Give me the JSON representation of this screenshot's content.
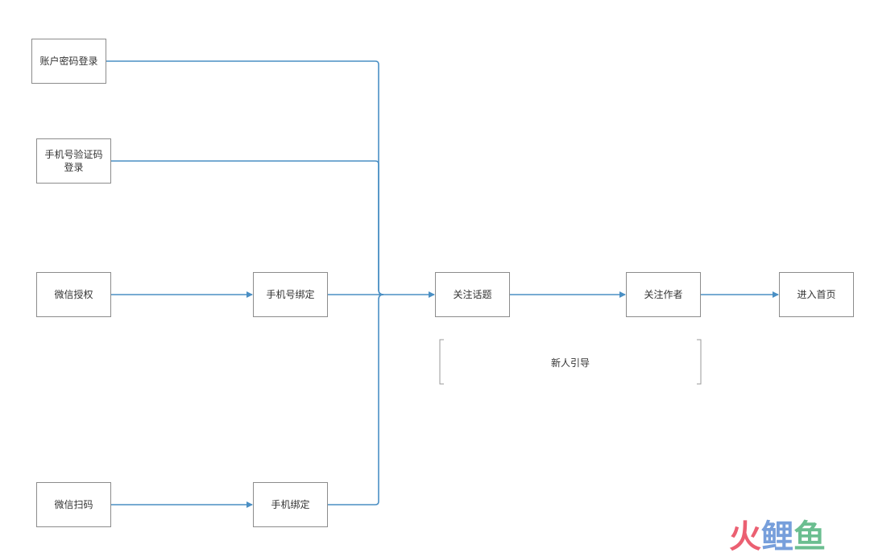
{
  "nodes": {
    "account_login": "账户密码登录",
    "phone_code_login": "手机号验证码登录",
    "wechat_auth": "微信授权",
    "wechat_scan": "微信扫码",
    "bind_phone_number": "手机号绑定",
    "bind_phone": "手机绑定",
    "follow_topics": "关注话题",
    "follow_authors": "关注作者",
    "enter_home": "进入首页"
  },
  "group_label": "新人引导",
  "watermark": "火鲤鱼",
  "colors": {
    "connector": "#4a8fc4",
    "node_border": "#8c8c8c",
    "bracket": "#9a9a9a"
  }
}
